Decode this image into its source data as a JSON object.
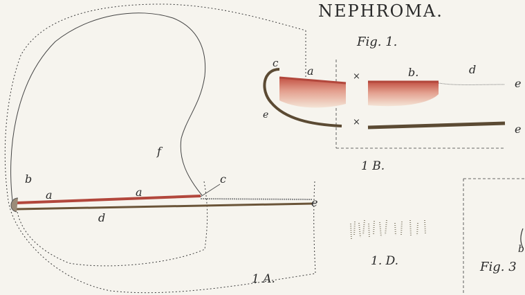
{
  "plate": {
    "title": "NEPHROMA.",
    "fig1_heading": "Fig. 1.",
    "fig1A_label": "1 A.",
    "fig1B_label": "1 B.",
    "fig1D_label": "1. D.",
    "fig3_partial_label": "Fig. 3",
    "fig3_partial_letter": "b"
  },
  "fig1A_letters": {
    "b": "b",
    "a1": "a",
    "a2": "a",
    "c": "c",
    "d": "d",
    "e": "e",
    "f": "f"
  },
  "fig1B_letters": {
    "c": "c",
    "a": "a",
    "b": "b.",
    "d": "d",
    "e_top": "e",
    "e_bottom": "e",
    "e_left": "e",
    "x_top": "×",
    "x_bottom": "×"
  },
  "colors": {
    "paper": "#f6f4ee",
    "ink": "#2a2a2a",
    "red_layer": "#b2473c",
    "brown_layer": "#6a5438",
    "pink_wash": "#e7b6a5"
  }
}
